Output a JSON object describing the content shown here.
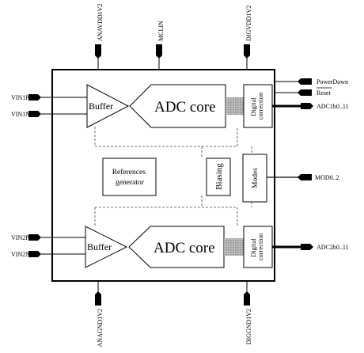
{
  "pins": {
    "top": [
      "ANAVDD1V2",
      "MCLIN",
      "DIGVDD1V2"
    ],
    "bottom": [
      "ANAGND1V2",
      "DIGGND1V2"
    ],
    "left": [
      "VIN1P",
      "VIN1N",
      "VIN2P",
      "VIN2N"
    ],
    "right": [
      "PowerDown",
      "Reset",
      "ADC1b0..11",
      "MOD0..2",
      "ADC2b0..11"
    ]
  },
  "blocks": {
    "buffer1": "Buffer",
    "adc_core1": "ADC core",
    "digital_correction1": [
      "Digital",
      "correction"
    ],
    "references": [
      "References",
      "generator"
    ],
    "biasing": "Biasing",
    "modes": "Modes",
    "buffer2": "Buffer",
    "adc_core2": "ADC core",
    "digital_correction2": [
      "Digital",
      "correction"
    ]
  }
}
